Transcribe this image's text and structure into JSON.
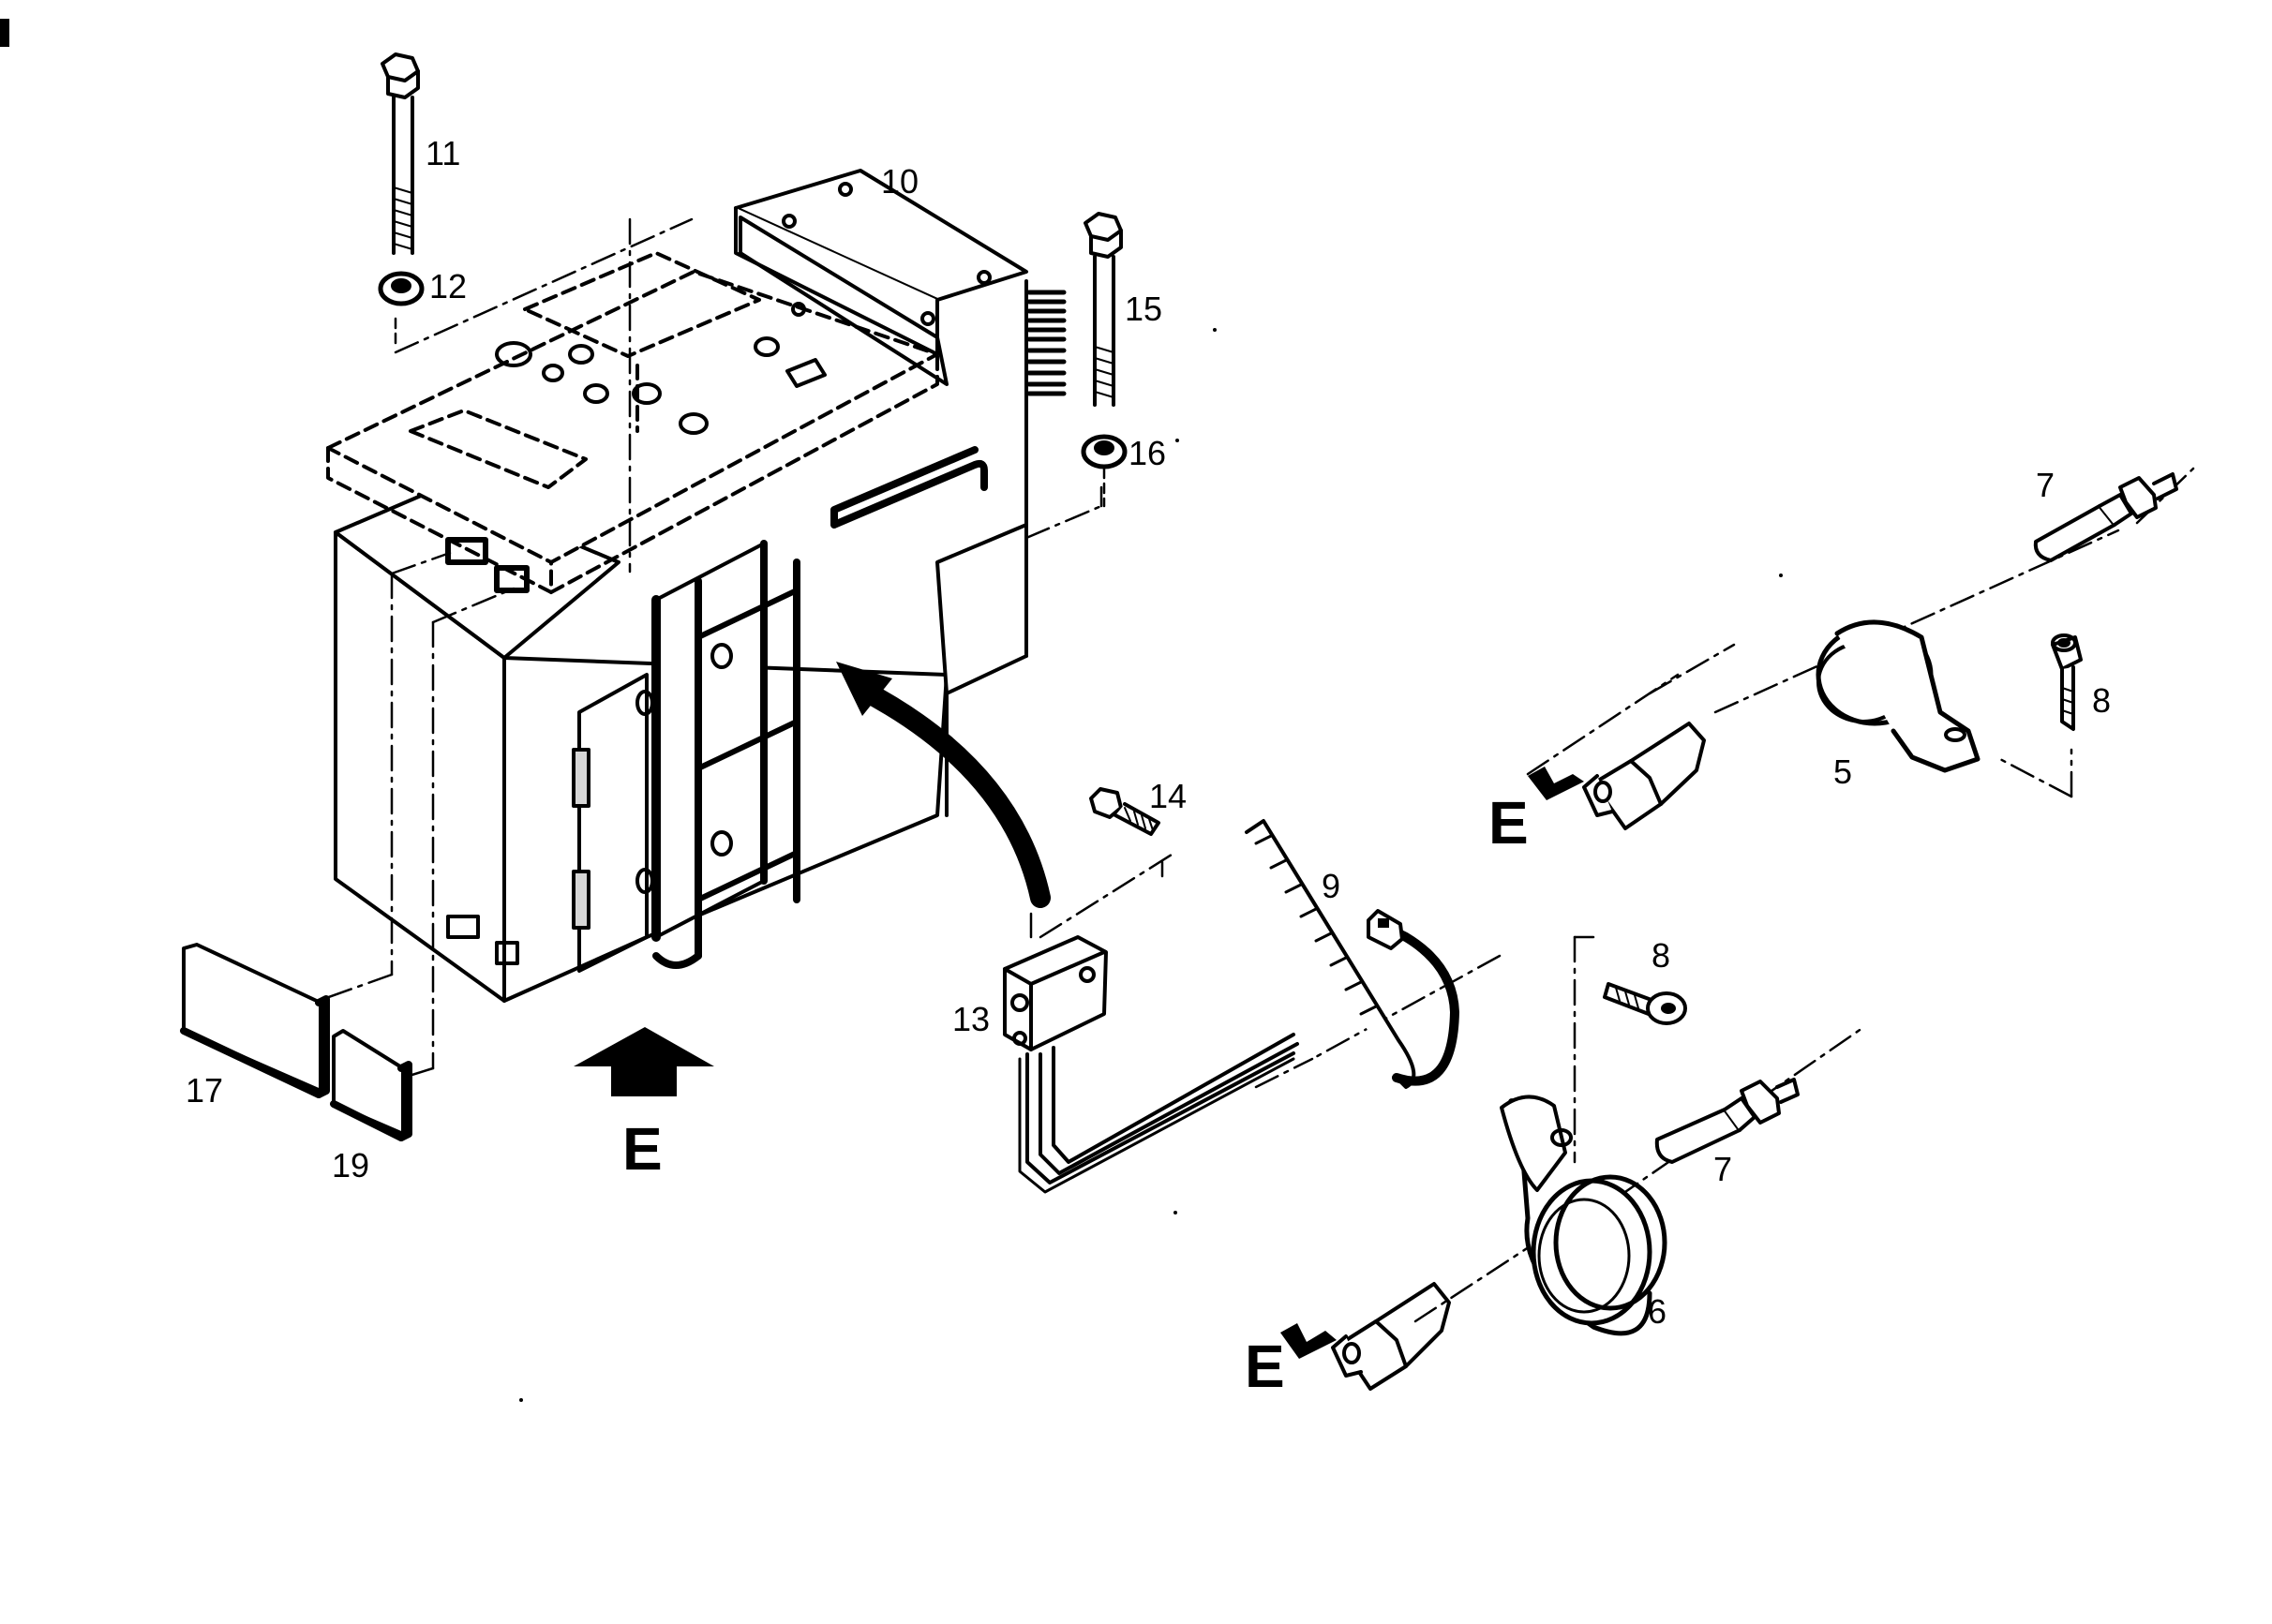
{
  "callouts": {
    "n5": "5",
    "n6": "6",
    "n7a": "7",
    "n7b": "7",
    "n8a": "8",
    "n8b": "8",
    "n9": "9",
    "n10": "10",
    "n11": "11",
    "n12": "12",
    "n13": "13",
    "n14": "14",
    "n15": "15",
    "n16": "16",
    "n17": "17",
    "n19": "19"
  },
  "view_markers": {
    "e_bottom": "E",
    "e_right_upper": "E",
    "e_right_lower": "E"
  },
  "colors": {
    "ink": "#000000",
    "paper": "#ffffff",
    "shade": "#d6d6d6"
  }
}
